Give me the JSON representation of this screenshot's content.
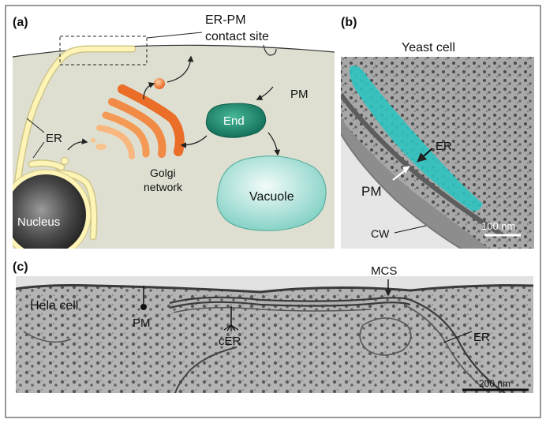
{
  "panels": {
    "a": {
      "letter": "(a)",
      "labels": {
        "contact_site_line1": "ER-PM",
        "contact_site_line2": "contact site",
        "pm": "PM",
        "er": "ER",
        "end": "End",
        "golgi_line1": "Golgi",
        "golgi_line2": "network",
        "vacuole": "Vacuole",
        "nucleus": "Nucleus"
      }
    },
    "b": {
      "letter": "(b)",
      "labels": {
        "title": "Yeast cell",
        "er": "ER",
        "pm": "PM",
        "cw": "CW",
        "scale_bar": "100 nm"
      }
    },
    "c": {
      "letter": "(c)",
      "labels": {
        "cell": "Hela cell",
        "pm": "PM",
        "cer": "cER",
        "mcs": "MCS",
        "er": "ER",
        "scale_bar": "200 nm"
      }
    }
  },
  "colors": {
    "cytoplasm": "#dedfd1",
    "er": "#fdf4b6",
    "er_outline": "#cfc58a",
    "golgi_dark": "#ea6d28",
    "golgi_mid": "#f49a55",
    "golgi_light": "#f8c48f",
    "endosome": "#1f8a70",
    "vacuole": "#bfe9e1",
    "er_highlight": "#2ec3c0"
  }
}
